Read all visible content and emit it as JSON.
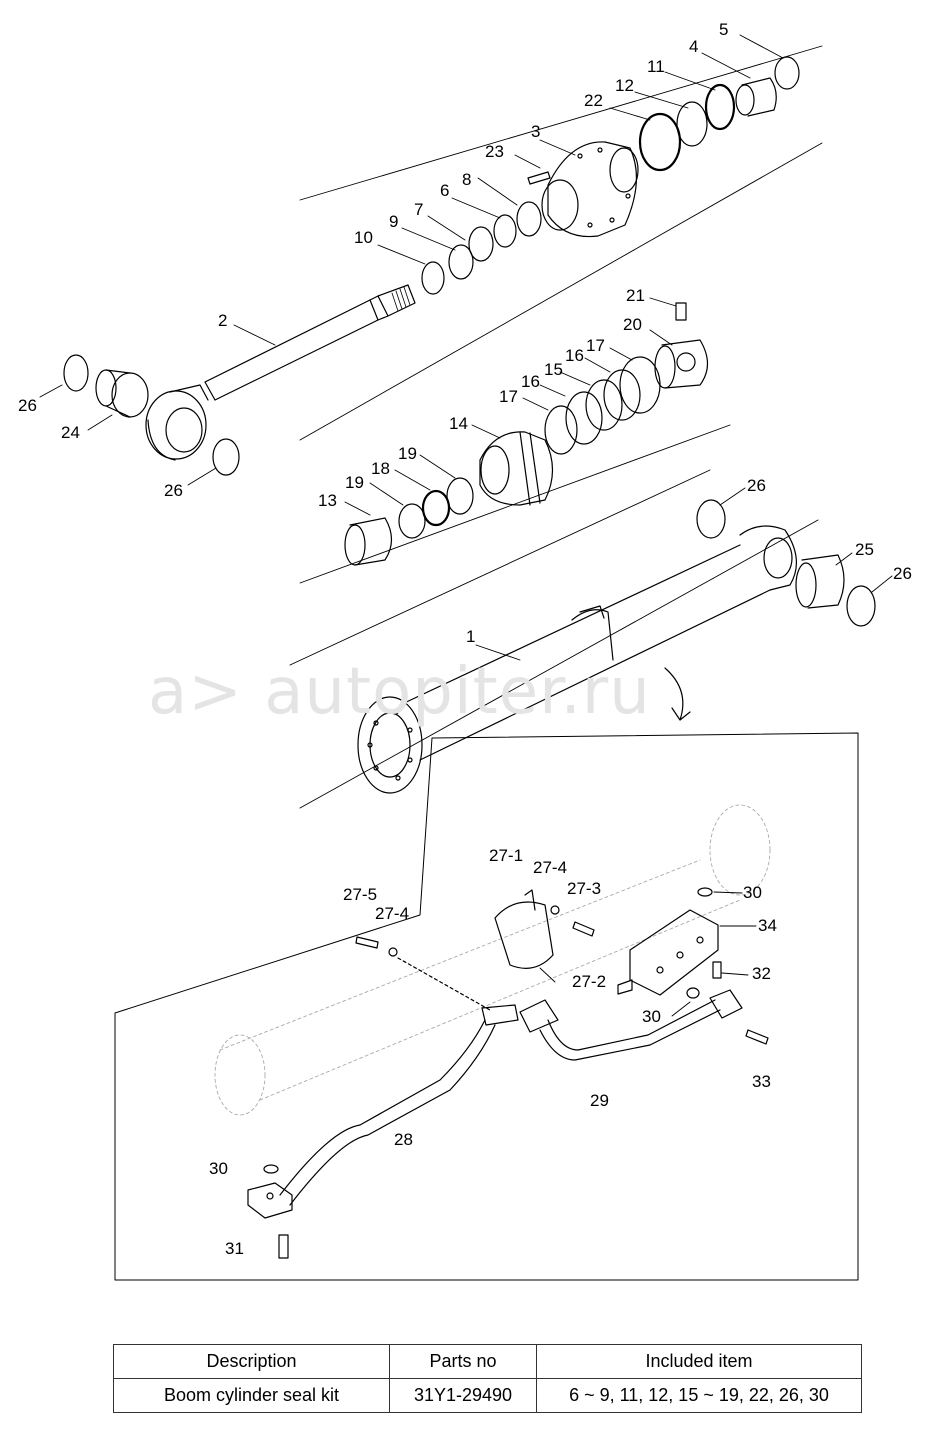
{
  "watermark": {
    "text": "autopiter.ru",
    "logo_text": "a>"
  },
  "parts": [
    {
      "id": "p1",
      "label": "1"
    },
    {
      "id": "p2",
      "label": "2"
    },
    {
      "id": "p3",
      "label": "3"
    },
    {
      "id": "p4",
      "label": "4"
    },
    {
      "id": "p5",
      "label": "5"
    },
    {
      "id": "p6",
      "label": "6"
    },
    {
      "id": "p7",
      "label": "7"
    },
    {
      "id": "p8",
      "label": "8"
    },
    {
      "id": "p9",
      "label": "9"
    },
    {
      "id": "p10",
      "label": "10"
    },
    {
      "id": "p11",
      "label": "11"
    },
    {
      "id": "p12",
      "label": "12"
    },
    {
      "id": "p13",
      "label": "13"
    },
    {
      "id": "p14",
      "label": "14"
    },
    {
      "id": "p15",
      "label": "15"
    },
    {
      "id": "p16a",
      "label": "16"
    },
    {
      "id": "p16b",
      "label": "16"
    },
    {
      "id": "p17a",
      "label": "17"
    },
    {
      "id": "p17b",
      "label": "17"
    },
    {
      "id": "p18",
      "label": "18"
    },
    {
      "id": "p19a",
      "label": "19"
    },
    {
      "id": "p19b",
      "label": "19"
    },
    {
      "id": "p20",
      "label": "20"
    },
    {
      "id": "p21",
      "label": "21"
    },
    {
      "id": "p22",
      "label": "22"
    },
    {
      "id": "p23",
      "label": "23"
    },
    {
      "id": "p24",
      "label": "24"
    },
    {
      "id": "p25",
      "label": "25"
    },
    {
      "id": "p26a",
      "label": "26"
    },
    {
      "id": "p26b",
      "label": "26"
    },
    {
      "id": "p26c",
      "label": "26"
    },
    {
      "id": "p26d",
      "label": "26"
    },
    {
      "id": "p27_1",
      "label": "27-1"
    },
    {
      "id": "p27_2",
      "label": "27-2"
    },
    {
      "id": "p27_3",
      "label": "27-3"
    },
    {
      "id": "p27_4a",
      "label": "27-4"
    },
    {
      "id": "p27_4b",
      "label": "27-4"
    },
    {
      "id": "p27_5",
      "label": "27-5"
    },
    {
      "id": "p28",
      "label": "28"
    },
    {
      "id": "p29",
      "label": "29"
    },
    {
      "id": "p30a",
      "label": "30"
    },
    {
      "id": "p30b",
      "label": "30"
    },
    {
      "id": "p30c",
      "label": "30"
    },
    {
      "id": "p31",
      "label": "31"
    },
    {
      "id": "p32",
      "label": "32"
    },
    {
      "id": "p33",
      "label": "33"
    },
    {
      "id": "p34",
      "label": "34"
    }
  ],
  "table": {
    "headers": [
      "Description",
      "Parts no",
      "Included item"
    ],
    "rows": [
      [
        "Boom cylinder seal kit",
        "31Y1-29490",
        "6 ~ 9, 11, 12, 15 ~ 19, 22, 26, 30"
      ]
    ]
  }
}
